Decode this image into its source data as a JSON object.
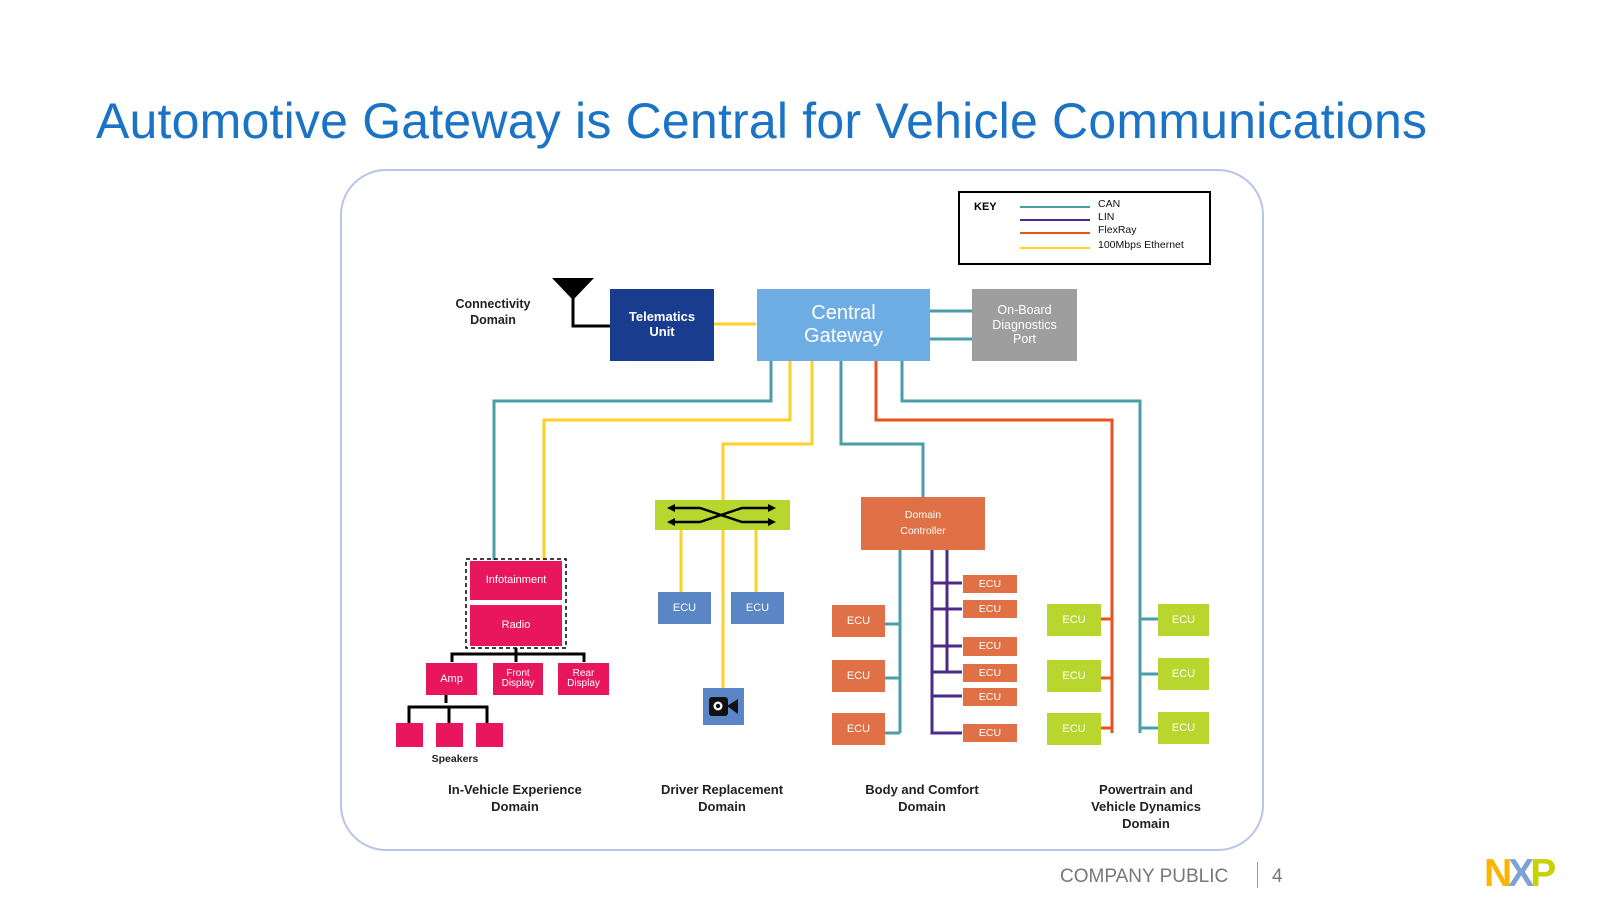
{
  "title": "Automotive Gateway is Central for Vehicle Communications",
  "key": {
    "title": "KEY",
    "items": [
      {
        "label": "CAN",
        "color": "#4a9eaa"
      },
      {
        "label": "LIN",
        "color": "#4b2a8a"
      },
      {
        "label": "FlexRay",
        "color": "#e8531e"
      },
      {
        "label": "100Mbps Ethernet",
        "color": "#ffd02a"
      }
    ]
  },
  "colors": {
    "can": "#4a9eaa",
    "lin": "#4b2a8a",
    "flexray": "#e8531e",
    "ethernet": "#ffd02a",
    "gateway": "#6eade3",
    "telematics": "#1a3c8f",
    "diagnostics": "#9e9e9e",
    "infotainment": "#e8175d",
    "switch": "#b9d62e",
    "domain_controller": "#e07045",
    "dr_ecu": "#5b86c5",
    "powertrain_ecu": "#b9d62e",
    "title": "#1a73c4"
  },
  "icons": {
    "antenna": "antenna-icon",
    "camera": "camera-icon",
    "switch": "ethernet-switch-icon"
  },
  "nodes": {
    "central_gateway": "Central\nGateway",
    "telematics_unit": "Telematics\nUnit",
    "diagnostics_port": "On-Board\nDiagnostics\nPort",
    "connectivity_domain": "Connectivity\nDomain",
    "infotainment": "Infotainment",
    "radio": "Radio",
    "amp": "Amp",
    "front_display": "Front\nDisplay",
    "rear_display": "Rear\nDisplay",
    "speakers": "Speakers",
    "domain_controller": "Domain\nController",
    "ecu": "ECU"
  },
  "domains": {
    "in_vehicle": "In-Vehicle Experience\nDomain",
    "driver_replacement": "Driver Replacement\nDomain",
    "body_comfort": "Body and Comfort\nDomain",
    "powertrain": "Powertrain and\nVehicle Dynamics\nDomain"
  },
  "footer": {
    "classification": "COMPANY PUBLIC",
    "page_number": "4",
    "logo": "NXP"
  }
}
